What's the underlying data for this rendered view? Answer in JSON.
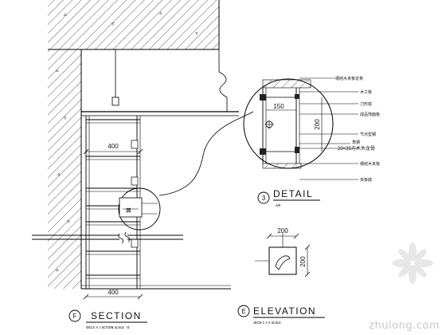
{
  "section": {
    "title": "SECTION",
    "marker": "F",
    "scale": "ᴡᴄᴄᴀ ᴀ ᴊ ᴇᴄᴛɪᴏɴ ꜱᴄᴀʟᴇ ↑ᴏ",
    "dim_top": "400",
    "dim_bottom": "400"
  },
  "detail": {
    "title": "DETAIL",
    "marker": "3",
    "scale": "ᴀ/ᴋ",
    "dim_150": "150",
    "dim_200": "200",
    "note_20x25": "20×25",
    "callouts": [
      "纲结木夹板龙骨",
      "木工板",
      "刀形底",
      "成品饰面板",
      "节点型钢",
      "角钢",
      "20×25方木木龙骨",
      "纲结木夹板",
      "夹板底"
    ]
  },
  "elevation": {
    "title": "ELEVATION",
    "marker": "E",
    "scale": "ᴊᴇᴄᴡ ɪ ᴊ ᴀ ꜱᴄᴀʟᴇ",
    "dim_w": "200",
    "dim_h": "200"
  },
  "watermark": "zhulong.com"
}
